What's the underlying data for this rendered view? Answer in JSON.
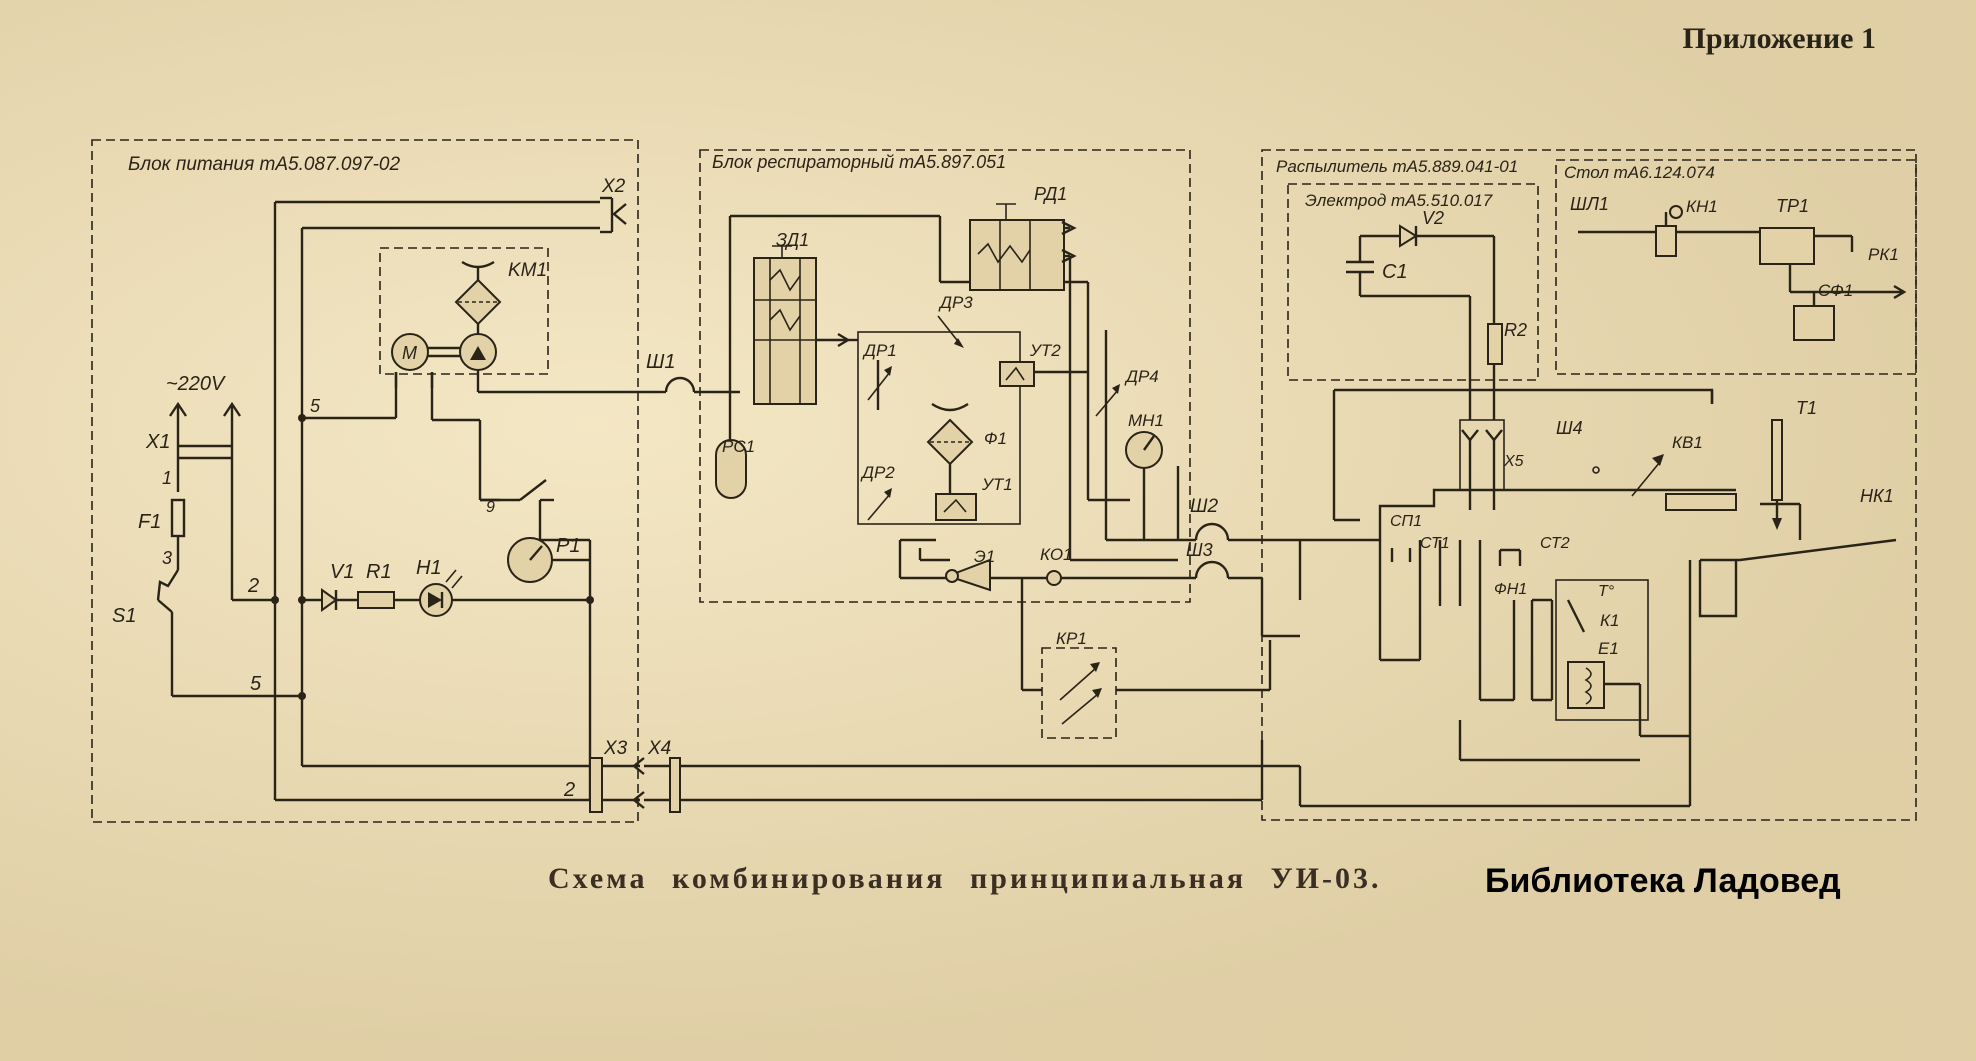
{
  "header": "Приложение 1",
  "caption": "Схема комбинирования принципиальная УИ-03.",
  "watermark": "Библиотека Ладовед",
  "blocks": {
    "power": "Блок питания тА5.087.097-02",
    "resp": "Блок респираторный тА5.897.051",
    "spray": "Распылитель тА5.889.041-01",
    "electrode": "Электрод тА5.510.017",
    "table": "Стол тА6.124.074"
  },
  "labels": {
    "x1": "X1",
    "v220": "~220V",
    "n1": "1",
    "f1": "F1",
    "n3": "3",
    "s1": "S1",
    "n2a": "2",
    "n5a": "5",
    "n5b": "5",
    "n2b": "2",
    "n9": "9",
    "v1": "V1",
    "r1": "R1",
    "h1": "H1",
    "p1": "P1",
    "km1": "KM1",
    "m": "M",
    "x2": "X2",
    "x3": "X3",
    "x4": "X4",
    "sh1": "Ш1",
    "sh2": "Ш2",
    "sh3": "Ш3",
    "sh4": "Ш4",
    "rs1": "РС1",
    "zd1": "ЗД1",
    "rd1": "РД1",
    "dr1": "ДР1",
    "dr2": "ДР2",
    "dr3": "ДР3",
    "dr4": "ДР4",
    "ut1": "УТ1",
    "ut2": "УТ2",
    "f1b": "Ф1",
    "e1": "Э1",
    "ko1": "КО1",
    "mn1": "МН1",
    "v2": "V2",
    "c1": "C1",
    "r2": "R2",
    "x5": "X5",
    "sp1": "СП1",
    "st1": "СТ1",
    "st2": "СТ2",
    "fn1": "ФН1",
    "kr1": "КР1",
    "kv1": "КВ1",
    "k1": "К1",
    "e1b": "E1",
    "t": "T°",
    "t1": "Т1",
    "nk1": "НК1",
    "shl1": "ШЛ1",
    "kn1": "КН1",
    "tr1": "ТР1",
    "rk1": "РК1",
    "sf1": "СФ1"
  }
}
